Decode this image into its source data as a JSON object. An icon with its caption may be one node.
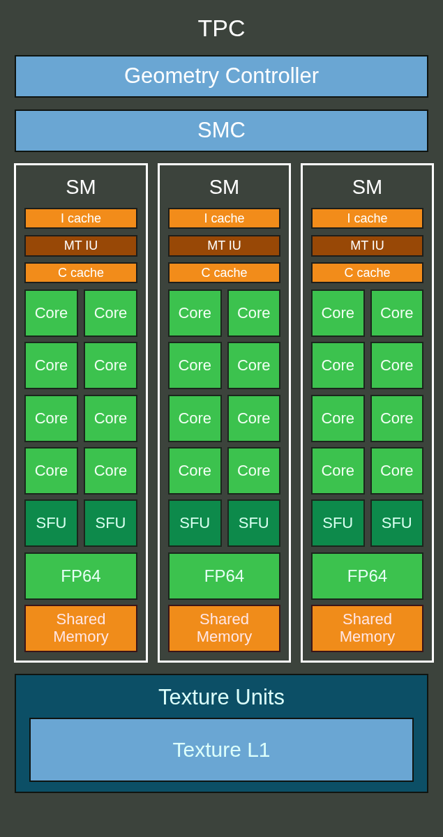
{
  "diagram": {
    "nodes": [
      {
        "text": [
          "TPC"
        ]
      },
      {
        "text": [
          "Geometry Controller"
        ],
        "in": 0
      },
      {
        "text": [
          "SMC"
        ],
        "in": 0
      },
      {
        "text": [
          "SM"
        ],
        "in": 0
      },
      {
        "text": [
          "I cache"
        ],
        "in": 3
      },
      {
        "text": [
          "MT IU"
        ],
        "in": 3
      },
      {
        "text": [
          "C cache"
        ],
        "in": 3
      },
      {
        "text": [
          "Core"
        ],
        "in": 3
      },
      {
        "text": [
          "Core"
        ],
        "in": 3
      },
      {
        "text": [
          "Core"
        ],
        "in": 3
      },
      {
        "text": [
          "Core"
        ],
        "in": 3
      },
      {
        "text": [
          "Core"
        ],
        "in": 3
      },
      {
        "text": [
          "Core"
        ],
        "in": 3
      },
      {
        "text": [
          "Core"
        ],
        "in": 3
      },
      {
        "text": [
          "Core"
        ],
        "in": 3
      },
      {
        "text": [
          "SFU"
        ],
        "in": 3
      },
      {
        "text": [
          "SFU"
        ],
        "in": 3
      },
      {
        "text": [
          "FP64"
        ],
        "in": 3
      },
      {
        "text": [
          "Shared Memory"
        ],
        "in": 3
      },
      {
        "text": [
          "SM"
        ],
        "in": 0
      },
      {
        "text": [
          "I cache"
        ],
        "in": 19
      },
      {
        "text": [
          "MT IU"
        ],
        "in": 19
      },
      {
        "text": [
          "C cache"
        ],
        "in": 19
      },
      {
        "text": [
          "Core"
        ],
        "in": 19
      },
      {
        "text": [
          "Core"
        ],
        "in": 19
      },
      {
        "text": [
          "Core"
        ],
        "in": 19
      },
      {
        "text": [
          "Core"
        ],
        "in": 19
      },
      {
        "text": [
          "Core"
        ],
        "in": 19
      },
      {
        "text": [
          "Core"
        ],
        "in": 19
      },
      {
        "text": [
          "Core"
        ],
        "in": 19
      },
      {
        "text": [
          "Core"
        ],
        "in": 19
      },
      {
        "text": [
          "SFU"
        ],
        "in": 19
      },
      {
        "text": [
          "SFU"
        ],
        "in": 19
      },
      {
        "text": [
          "FP64"
        ],
        "in": 19
      },
      {
        "text": [
          "Shared Memory"
        ],
        "in": 19
      },
      {
        "text": [
          "SM"
        ],
        "in": 0
      },
      {
        "text": [
          "I cache"
        ],
        "in": 35
      },
      {
        "text": [
          "MT IU"
        ],
        "in": 35
      },
      {
        "text": [
          "C cache"
        ],
        "in": 35
      },
      {
        "text": [
          "Core"
        ],
        "in": 35
      },
      {
        "text": [
          "Core"
        ],
        "in": 35
      },
      {
        "text": [
          "Core"
        ],
        "in": 35
      },
      {
        "text": [
          "Core"
        ],
        "in": 35
      },
      {
        "text": [
          "Core"
        ],
        "in": 35
      },
      {
        "text": [
          "Core"
        ],
        "in": 35
      },
      {
        "text": [
          "Core"
        ],
        "in": 35
      },
      {
        "text": [
          "Core"
        ],
        "in": 35
      },
      {
        "text": [
          "SFU"
        ],
        "in": 35
      },
      {
        "text": [
          "SFU"
        ],
        "in": 35
      },
      {
        "text": [
          "FP64"
        ],
        "in": 35
      },
      {
        "text": [
          "Shared Memory"
        ],
        "in": 35
      },
      {
        "text": [
          "Texture Units"
        ],
        "in": 0
      },
      {
        "text": [
          "Texture L1"
        ],
        "in": 51
      }
    ]
  }
}
